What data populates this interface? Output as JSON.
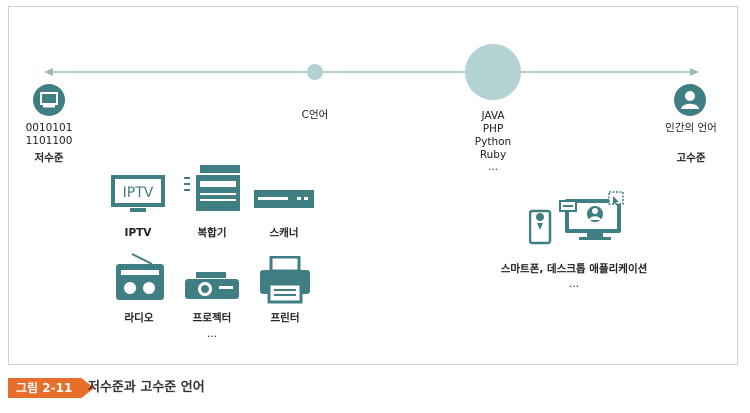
{
  "timeline": {
    "low": {
      "bits": [
        "0010101",
        "1101100"
      ],
      "label": "저수준"
    },
    "mid": {
      "label": "C언어"
    },
    "modern": {
      "langs": [
        "JAVA",
        "PHP",
        "Python",
        "Ruby",
        "..."
      ]
    },
    "high": {
      "caption": "인간의 언어",
      "label": "고수준"
    }
  },
  "devices": {
    "iptv": {
      "label": "IPTV",
      "screen_text": "IPTV"
    },
    "mfp": {
      "label": "복합기"
    },
    "scanner": {
      "label": "스캐너"
    },
    "radio": {
      "label": "라디오"
    },
    "projector": {
      "label": "프로젝터",
      "more": "..."
    },
    "printer": {
      "label": "프린터"
    }
  },
  "apps": {
    "label": "스마트폰, 데스크톱 애플리케이션",
    "more": "..."
  },
  "caption": {
    "tag": "그림 2-11",
    "title": "저수준과 고수준 언어"
  },
  "colors": {
    "teal": "#3f7f84",
    "light_teal": "#b3d3d3",
    "line": "#9bbcbc",
    "accent": "#e86e2c"
  }
}
